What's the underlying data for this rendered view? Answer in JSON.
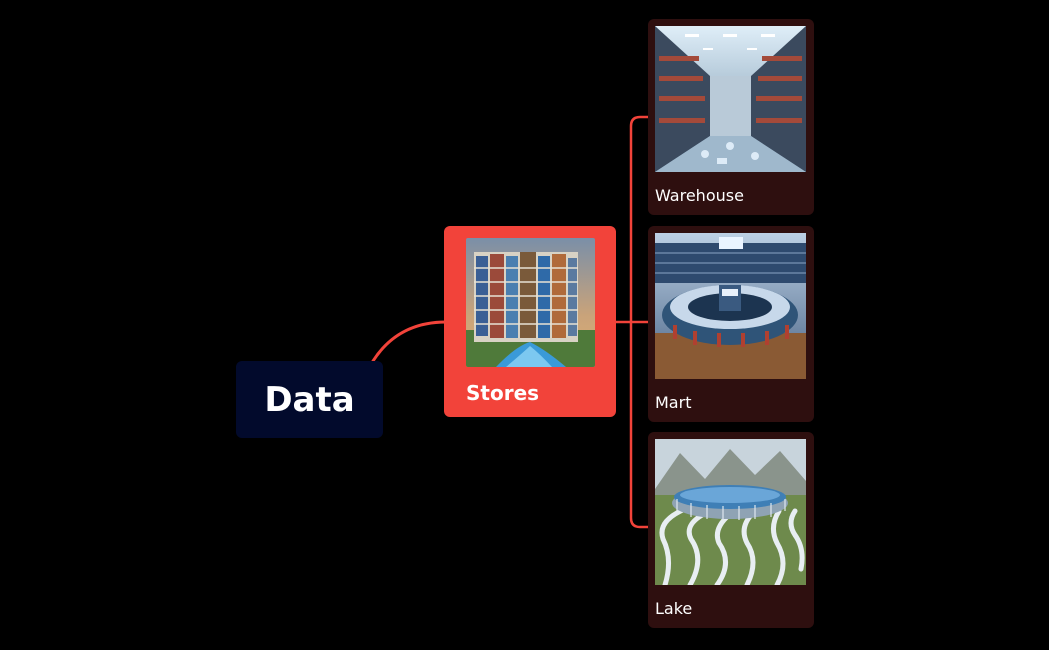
{
  "diagram": {
    "root": {
      "label": "Data"
    },
    "branch": {
      "label": "Stores",
      "image": "data-stores-tower-image"
    },
    "leaves": [
      {
        "label": "Warehouse",
        "image": "warehouse-shelves-image"
      },
      {
        "label": "Mart",
        "image": "mart-circular-library-image"
      },
      {
        "label": "Lake",
        "image": "lake-reservoir-rivers-image"
      }
    ],
    "colors": {
      "background": "#000000",
      "root_fill": "#020a2c",
      "branch_fill": "#f2433a",
      "leaf_fill": "#2e0f0f",
      "connector": "#f2433a"
    }
  }
}
